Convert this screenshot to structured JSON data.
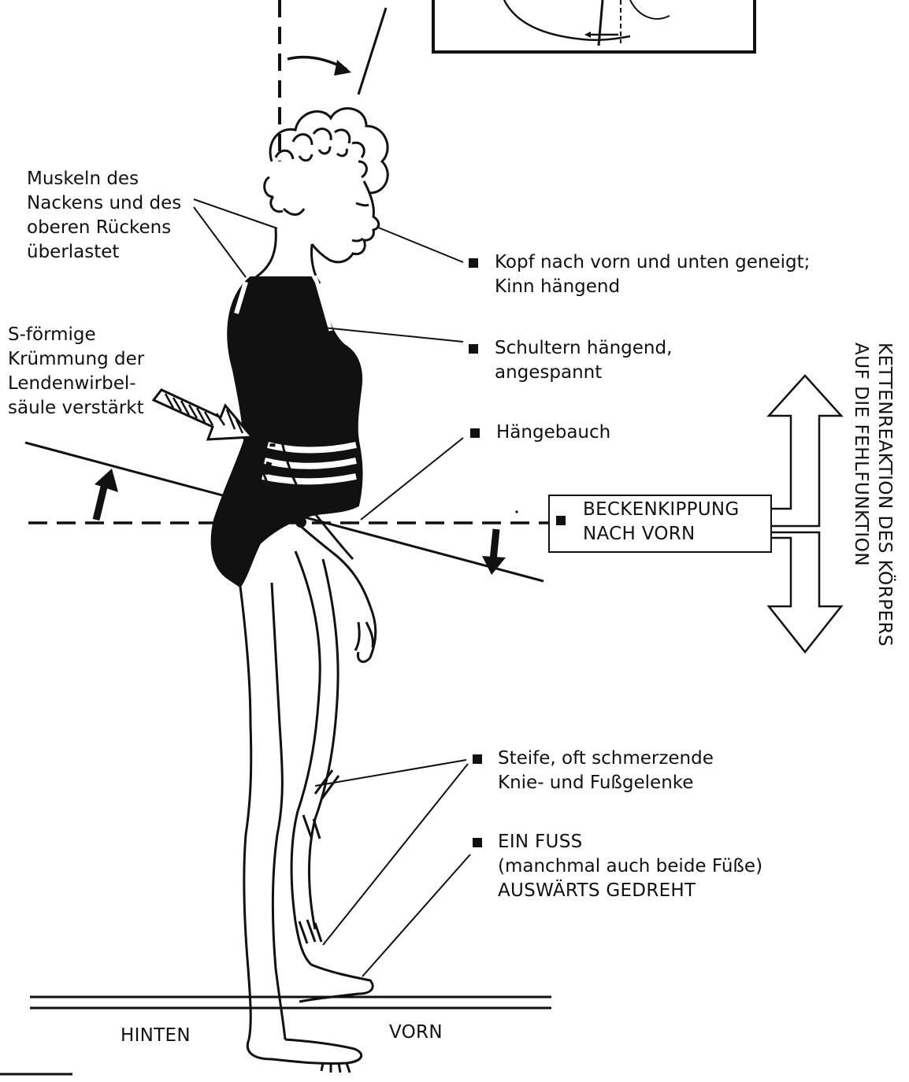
{
  "labels": {
    "neck_muscles": [
      "Muskeln des",
      "Nackens und des",
      "oberen Rückens",
      "überlastet"
    ],
    "lumbar_curve": [
      "S-förmige",
      "Krümmung der",
      "Lendenwirbel-",
      "säule verstärkt"
    ],
    "head": [
      "Kopf nach vorn und unten geneigt;",
      "Kinn hängend"
    ],
    "shoulders": [
      "Schultern hängend,",
      "angespannt"
    ],
    "belly": [
      "Hängebauch"
    ],
    "pelvis": [
      "BECKENKIPPUNG",
      "NACH VORN"
    ],
    "knees": [
      "Steife, oft schmerzende",
      "Knie- und Fußgelenke"
    ],
    "foot": [
      "EIN FUSS",
      "(manchmal auch beide Füße)",
      "AUSWÄRTS GEDREHT"
    ],
    "chain_reaction": [
      "KETTENREAKTION DES KÖRPERS",
      "AUF DIE FEHLFUNKTION"
    ],
    "back": "HINTEN",
    "front": "VORN"
  }
}
